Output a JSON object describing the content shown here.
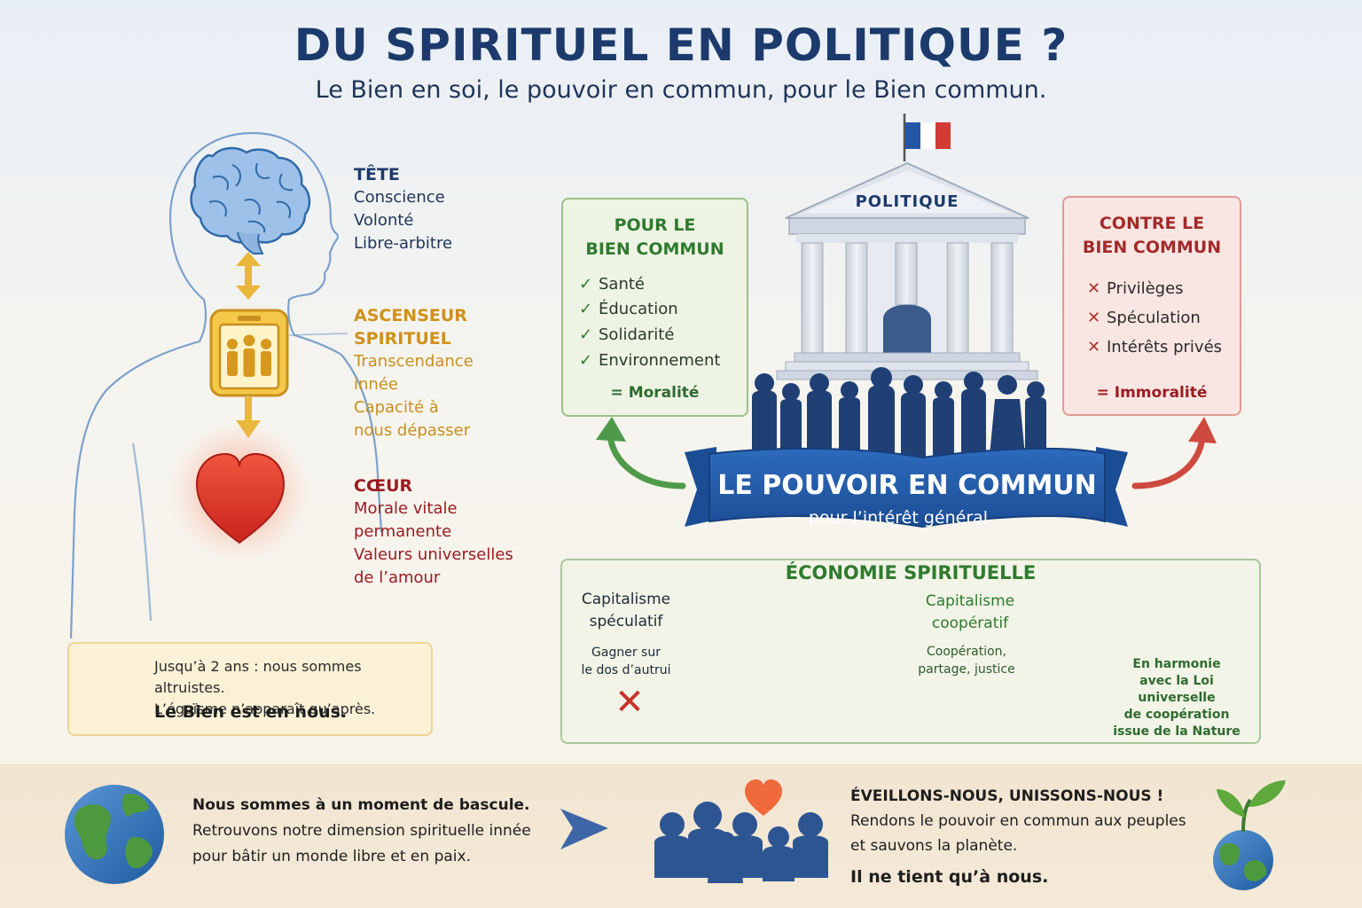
{
  "header": {
    "title": "DU SPIRITUEL EN POLITIQUE ?",
    "subtitle": "Le Bien en soi, le pouvoir en commun, pour le Bien commun."
  },
  "person": {
    "tete": {
      "label": "TÊTE",
      "lines": [
        "Conscience",
        "Volonté",
        "Libre-arbitre"
      ]
    },
    "ascenseur": {
      "label_lines": [
        "ASCENSEUR",
        "SPIRITUEL"
      ],
      "lines": [
        "Transcendance",
        "innée",
        "Capacité à",
        "nous dépasser"
      ]
    },
    "coeur": {
      "label": "CŒUR",
      "lines": [
        "Morale vitale",
        "permanente",
        "Valeurs universelles",
        "de l’amour"
      ]
    }
  },
  "altruism": {
    "line1": "Jusqu’à 2 ans : nous sommes altruistes.",
    "line2": "L’égoïsme n’apparaît qu’après.",
    "conclusion": "Le Bien est en nous."
  },
  "pour": {
    "title_lines": [
      "POUR LE",
      "BIEN COMMUN"
    ],
    "items": [
      "Santé",
      "Éducation",
      "Solidarité",
      "Environnement"
    ],
    "mark": "✓",
    "footer": "= Moralité"
  },
  "contre": {
    "title_lines": [
      "CONTRE LE",
      "BIEN COMMUN"
    ],
    "items": [
      "Privilèges",
      "Spéculation",
      "Intérêts privés"
    ],
    "mark": "✕",
    "footer": "= Immoralité"
  },
  "temple": {
    "label": "POLITIQUE"
  },
  "banner": {
    "title": "LE POUVOIR EN COMMUN",
    "subtitle": "pour l’intérêt général"
  },
  "economy": {
    "title": "ÉCONOMIE SPIRITUELLE",
    "speculative": {
      "title_lines": [
        "Capitalisme",
        "spéculatif"
      ],
      "desc_lines": [
        "Gagner sur",
        "le dos d’autrui"
      ],
      "mark": "✕"
    },
    "money_symbol": "€",
    "cooperative": {
      "title_lines": [
        "Capitalisme",
        "coopératif"
      ],
      "desc_lines": [
        "Coopération,",
        "partage, justice"
      ]
    },
    "harmony_lines": [
      "En harmonie",
      "avec la Loi",
      "universelle",
      "de coopération",
      "issue de la Nature"
    ]
  },
  "bottom": {
    "left": {
      "line1": "Nous sommes à un moment de bascule.",
      "line2": "Retrouvons notre dimension spirituelle innée",
      "line3": "pour bâtir un monde libre et en paix."
    },
    "right": {
      "headline": "ÉVEILLONS-NOUS, UNISSONS-NOUS !",
      "line1": "Rendons le pouvoir en commun aux peuples",
      "line2": "et sauvons la planète.",
      "closing": "Il ne tient qu’à nous."
    }
  },
  "colors": {
    "navy": "#1c3a6b",
    "gold": "#d0901b",
    "red": "#d8342c",
    "green": "#2f7a2f",
    "banner_blue": "#2358a4"
  }
}
